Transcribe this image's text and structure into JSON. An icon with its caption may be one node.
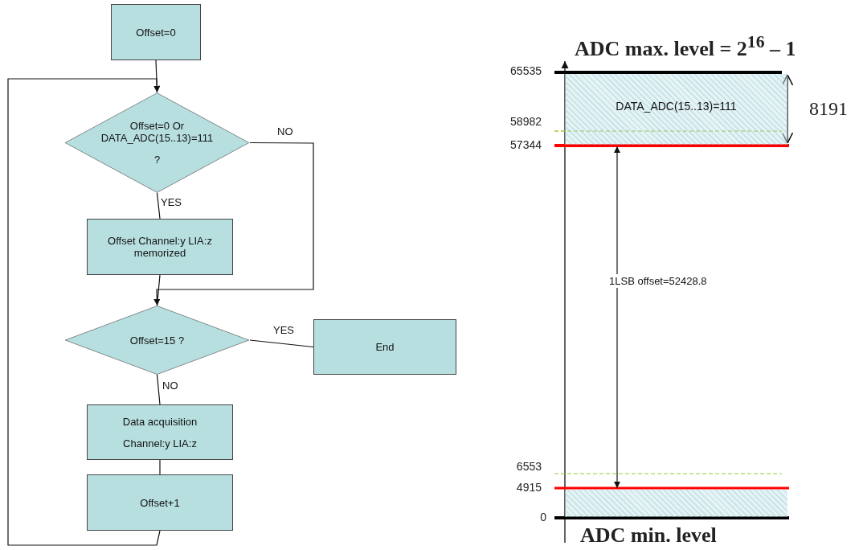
{
  "diagram": {
    "nodes": [
      {
        "text": [
          "Offset=0"
        ]
      },
      {
        "text": [
          "Offset=0 Or DATA_ADC(15..13)=111",
          "?"
        ]
      },
      {
        "text": [
          "Offset Channel:y LIA:z memorized"
        ]
      },
      {
        "text": [
          "Offset=15 ?"
        ]
      },
      {
        "text": [
          "End"
        ]
      },
      {
        "text": [
          "Data acquisition",
          "Channel:y LIA:z"
        ]
      },
      {
        "text": [
          "Offset+1"
        ]
      },
      {
        "text": [
          "DATA_ADC(15..13)=111"
        ]
      },
      {
        "text": [],
        "shape": "box"
      }
    ],
    "edges": [
      {
        "from": 0,
        "to": 1,
        "arrow": "none"
      },
      {
        "from": 1,
        "to": 2,
        "arrow": "none",
        "label": "YES"
      },
      {
        "from": 1,
        "to": 3,
        "arrow": "to",
        "label": "NO"
      },
      {
        "from": 2,
        "to": 3,
        "arrow": "none"
      },
      {
        "from": 3,
        "to": 4,
        "arrow": "none",
        "label": "YES"
      },
      {
        "from": 3,
        "to": 5,
        "arrow": "none",
        "label": "NO"
      },
      {
        "from": 5,
        "to": 6,
        "arrow": "none"
      },
      {
        "from": 6,
        "to": 1,
        "arrow": "to"
      },
      {
        "from": 7,
        "to": 8,
        "arrow": "both",
        "label": "1LSB offset=52428.8"
      }
    ],
    "labels": [
      "ADC max. level = 2$^{16}$ – 1",
      "65535",
      "8191",
      "58982",
      "57344",
      "6553",
      "4915",
      "0",
      "ADC min. level"
    ]
  }
}
